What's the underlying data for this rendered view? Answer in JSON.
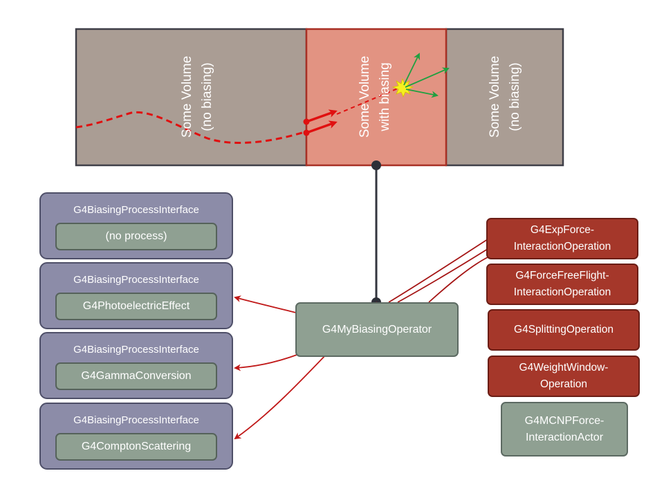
{
  "volumes": [
    {
      "line1": "Some Volume",
      "line2": "(no biasing)",
      "biased": false
    },
    {
      "line1": "Some Volume",
      "line2": "with biasing",
      "biased": true
    },
    {
      "line1": "Some Volume",
      "line2": "(no biasing)",
      "biased": false
    }
  ],
  "interfaces": [
    {
      "title": "G4BiasingProcessInterface",
      "process": "(no process)"
    },
    {
      "title": "G4BiasingProcessInterface",
      "process": "G4PhotoelectricEffect"
    },
    {
      "title": "G4BiasingProcessInterface",
      "process": "G4GammaConversion"
    },
    {
      "title": "G4BiasingProcessInterface",
      "process": "G4ComptonScattering"
    }
  ],
  "operator": {
    "label": "G4MyBiasingOperator"
  },
  "operations": [
    {
      "line1": "G4ExpForce-",
      "line2": "InteractionOperation"
    },
    {
      "line1": "G4ForceFreeFlight-",
      "line2": "InteractionOperation"
    },
    {
      "line1": "G4SplittingOperation",
      "line2": ""
    },
    {
      "line1": "G4WeightWindow-",
      "line2": "Operation"
    }
  ],
  "actor": {
    "line1": "G4MCNPForce-",
    "line2": "InteractionActor"
  },
  "colors": {
    "volume_plain": "#aa9d94",
    "volume_biased": "#e29382",
    "interface_fill": "#8c8ca8",
    "operation_fill": "#a5372a",
    "gray_fill": "#8fa092",
    "track": "#e01010",
    "secondary": "#20a040",
    "connector": "#c01818"
  }
}
